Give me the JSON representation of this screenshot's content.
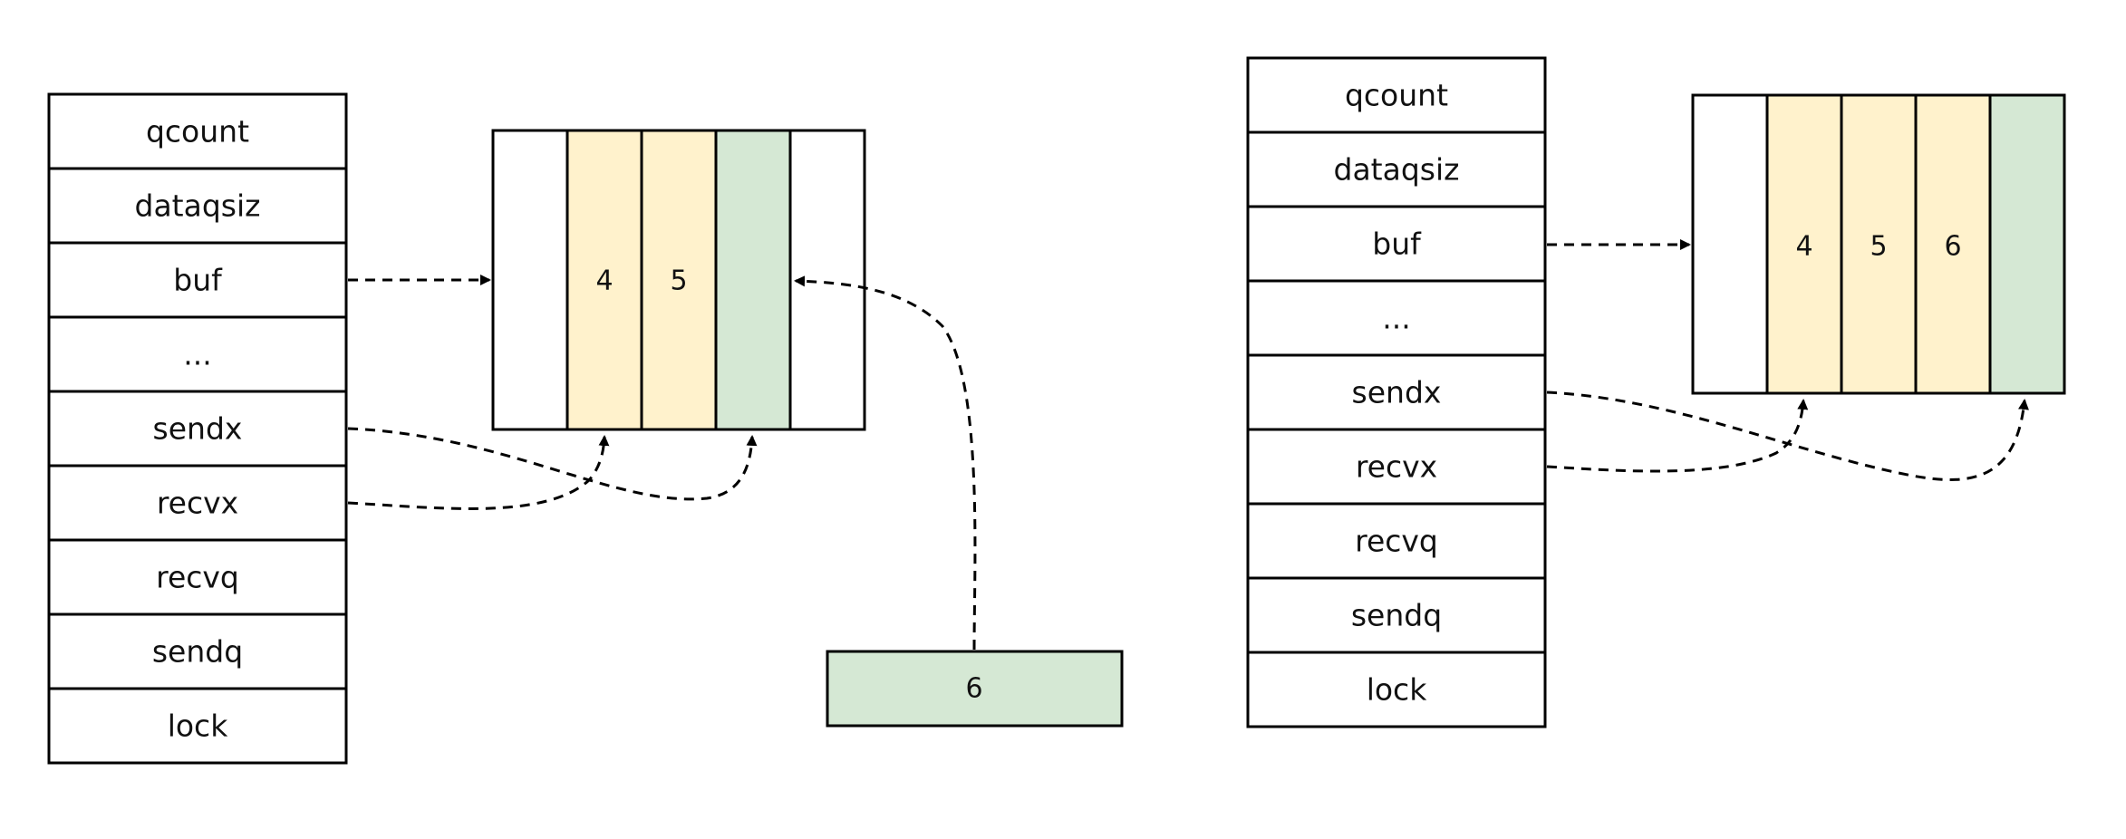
{
  "colors": {
    "filled_slot": "#fff2cc",
    "send_slot": "#d5e8d4",
    "empty": "#ffffff",
    "stroke": "#000000"
  },
  "left": {
    "struct": {
      "fields": [
        "qcount",
        "dataqsiz",
        "buf",
        "...",
        "sendx",
        "recvx",
        "recvq",
        "sendq",
        "lock"
      ]
    },
    "buffer": {
      "slots": [
        {
          "label": "",
          "state": "empty"
        },
        {
          "label": "4",
          "state": "filled"
        },
        {
          "label": "5",
          "state": "filled"
        },
        {
          "label": "",
          "state": "send"
        },
        {
          "label": "",
          "state": "empty"
        }
      ]
    },
    "incoming": {
      "label": "6"
    }
  },
  "right": {
    "struct": {
      "fields": [
        "qcount",
        "dataqsiz",
        "buf",
        "...",
        "sendx",
        "recvx",
        "recvq",
        "sendq",
        "lock"
      ]
    },
    "buffer": {
      "slots": [
        {
          "label": "",
          "state": "empty"
        },
        {
          "label": "4",
          "state": "filled"
        },
        {
          "label": "5",
          "state": "filled"
        },
        {
          "label": "6",
          "state": "filled"
        },
        {
          "label": "",
          "state": "send"
        }
      ]
    }
  }
}
